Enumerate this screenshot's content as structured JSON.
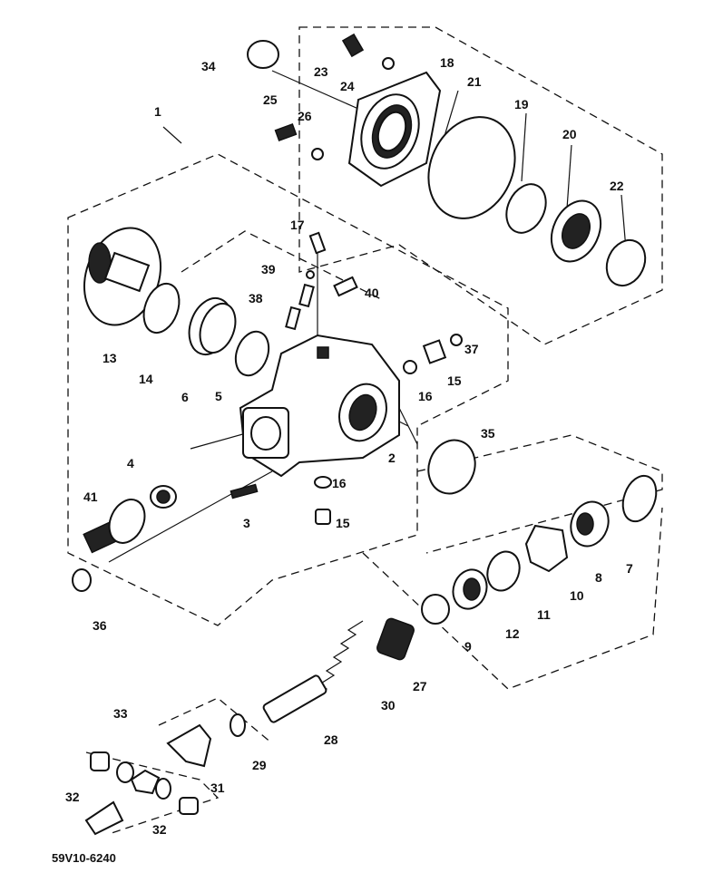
{
  "diagram": {
    "drawing_code": "59V10-6240",
    "callouts": [
      {
        "id": "c1",
        "text": "1"
      },
      {
        "id": "c2",
        "text": "2"
      },
      {
        "id": "c3",
        "text": "3"
      },
      {
        "id": "c4",
        "text": "4"
      },
      {
        "id": "c41",
        "text": "41"
      },
      {
        "id": "c5",
        "text": "5"
      },
      {
        "id": "c6",
        "text": "6"
      },
      {
        "id": "c7",
        "text": "7"
      },
      {
        "id": "c8",
        "text": "8"
      },
      {
        "id": "c9",
        "text": "9"
      },
      {
        "id": "c10",
        "text": "10"
      },
      {
        "id": "c11",
        "text": "11"
      },
      {
        "id": "c12",
        "text": "12"
      },
      {
        "id": "c13",
        "text": "13"
      },
      {
        "id": "c14",
        "text": "14"
      },
      {
        "id": "c15a",
        "text": "15"
      },
      {
        "id": "c15b",
        "text": "15"
      },
      {
        "id": "c16a",
        "text": "16"
      },
      {
        "id": "c16b",
        "text": "16"
      },
      {
        "id": "c17",
        "text": "17"
      },
      {
        "id": "c18",
        "text": "18"
      },
      {
        "id": "c19",
        "text": "19"
      },
      {
        "id": "c20",
        "text": "20"
      },
      {
        "id": "c21",
        "text": "21"
      },
      {
        "id": "c22",
        "text": "22"
      },
      {
        "id": "c23",
        "text": "23"
      },
      {
        "id": "c24",
        "text": "24"
      },
      {
        "id": "c25",
        "text": "25"
      },
      {
        "id": "c26",
        "text": "26"
      },
      {
        "id": "c27",
        "text": "27"
      },
      {
        "id": "c28",
        "text": "28"
      },
      {
        "id": "c29",
        "text": "29"
      },
      {
        "id": "c30",
        "text": "30"
      },
      {
        "id": "c31",
        "text": "31"
      },
      {
        "id": "c32a",
        "text": "32"
      },
      {
        "id": "c32b",
        "text": "32"
      },
      {
        "id": "c33",
        "text": "33"
      },
      {
        "id": "c34",
        "text": "34"
      },
      {
        "id": "c35",
        "text": "35"
      },
      {
        "id": "c36",
        "text": "36"
      },
      {
        "id": "c37",
        "text": "37"
      },
      {
        "id": "c38",
        "text": "38"
      },
      {
        "id": "c39",
        "text": "39"
      },
      {
        "id": "c40",
        "text": "40"
      }
    ]
  }
}
